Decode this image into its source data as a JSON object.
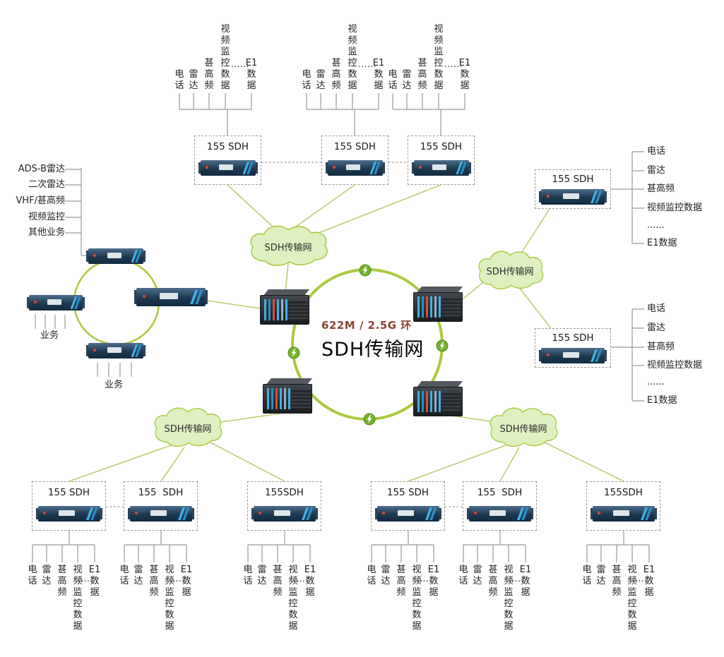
{
  "diagram": {
    "center_caption": "622M / 2.5G 环",
    "center_title": "SDH传输网",
    "cloud_label": "SDH传输网"
  },
  "services_vertical": {
    "phone": "电\n话",
    "radar": "雷\n达",
    "vhf": "甚\n高\n频",
    "video": "视\n频\n监\n控\n数\n据",
    "more": "......",
    "e1": "E1\n数\n据"
  },
  "services_horizontal": {
    "phone": "电话",
    "radar": "雷达",
    "vhf": "甚高频",
    "video": "视频监控数据",
    "more": "......",
    "e1": "E1数据"
  },
  "left_site": {
    "services": [
      "ADS-B雷达",
      "二次雷达",
      "VHF/甚高频",
      "视频监控",
      "其他业务"
    ],
    "biz_a": "业务",
    "biz_b": "业务"
  },
  "devices": {
    "top": [
      "155 SDH",
      "155 SDH",
      "155 SDH"
    ],
    "right": [
      "155 SDH",
      "155 SDH"
    ],
    "bottom": [
      "155 SDH",
      "155  SDH",
      "155SDH",
      "155 SDH",
      "155  SDH",
      "155SDH"
    ]
  }
}
